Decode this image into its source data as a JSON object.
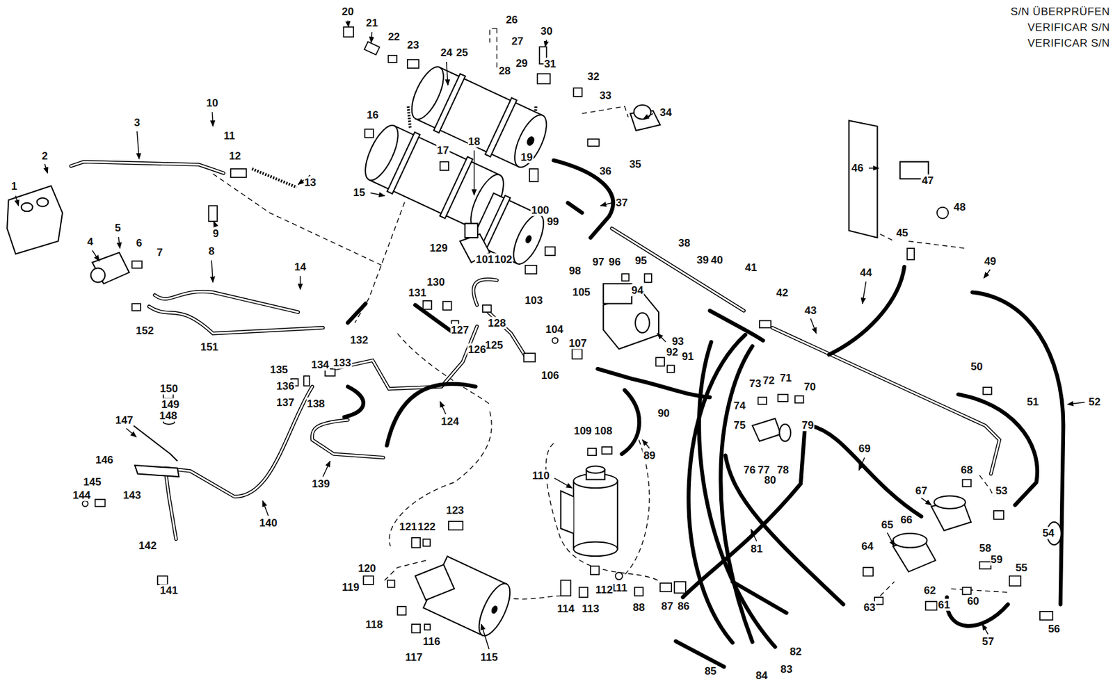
{
  "diagram": {
    "labels": [
      "1",
      "2",
      "3",
      "4",
      "5",
      "6",
      "7",
      "8",
      "9",
      "10",
      "11",
      "12",
      "13",
      "14",
      "15",
      "16",
      "17",
      "18",
      "19",
      "20",
      "21",
      "22",
      "23",
      "24",
      "25",
      "26",
      "27",
      "28",
      "29",
      "30",
      "31",
      "32",
      "33",
      "34",
      "35",
      "36",
      "37",
      "38",
      "39",
      "40",
      "41",
      "42",
      "43",
      "44",
      "45",
      "46",
      "47",
      "48",
      "49",
      "50",
      "51",
      "52",
      "53",
      "54",
      "55",
      "56",
      "57",
      "58",
      "59",
      "60",
      "61",
      "62",
      "63",
      "64",
      "65",
      "66",
      "67",
      "68",
      "69",
      "70",
      "71",
      "72",
      "73",
      "74",
      "75",
      "76",
      "77",
      "78",
      "79",
      "80",
      "81",
      "82",
      "83",
      "84",
      "85",
      "86",
      "87",
      "88",
      "89",
      "90",
      "91",
      "92",
      "93",
      "94",
      "95",
      "96",
      "97",
      "98",
      "99",
      "100",
      "101",
      "102",
      "103",
      "104",
      "105",
      "106",
      "107",
      "108",
      "109",
      "110",
      "111",
      "112",
      "113",
      "114",
      "115",
      "116",
      "117",
      "118",
      "119",
      "120",
      "121",
      "122",
      "123",
      "124",
      "125",
      "126",
      "127",
      "128",
      "129",
      "130",
      "131",
      "132",
      "133",
      "134",
      "135",
      "136",
      "137",
      "138",
      "139",
      "140",
      "141",
      "142",
      "143",
      "144",
      "145",
      "146",
      "147",
      "148",
      "149",
      "150",
      "151",
      "152",
      "S/N ÜBERPRÜFEN",
      "VERIFICAR S/N",
      "VERIFICAR S/N"
    ]
  }
}
